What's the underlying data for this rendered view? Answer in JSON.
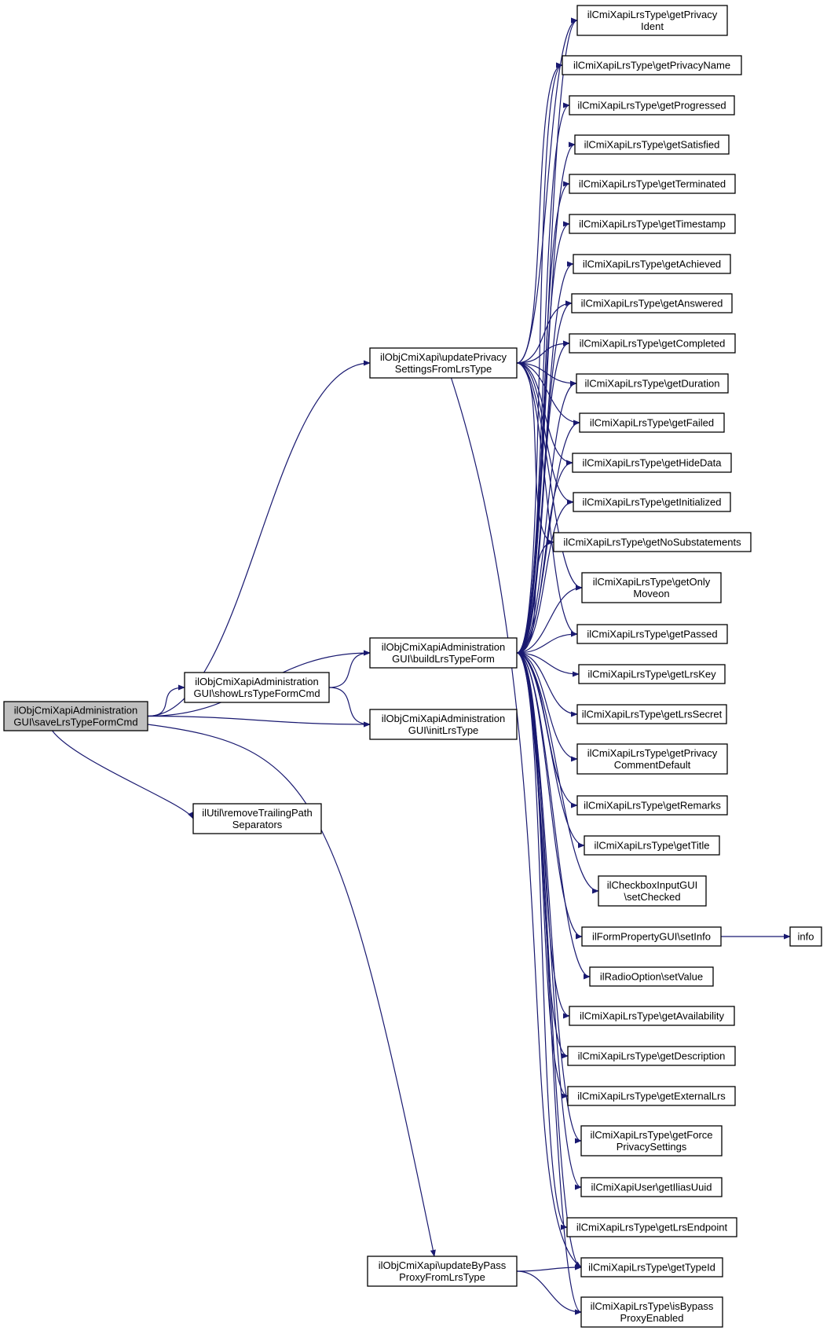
{
  "colors": {
    "edge": "#191970",
    "root_fill": "#bfbfbf",
    "node_fill": "#ffffff",
    "border": "#000000"
  },
  "nodes": [
    {
      "id": "root",
      "lines": [
        "ilObjCmiXapiAdministration",
        "GUI\\saveLrsTypeFormCmd"
      ]
    },
    {
      "id": "updPriv",
      "lines": [
        "ilObjCmiXapi\\updatePrivacy",
        "SettingsFromLrsType"
      ]
    },
    {
      "id": "build",
      "lines": [
        "ilObjCmiXapiAdministration",
        "GUI\\buildLrsTypeForm"
      ]
    },
    {
      "id": "show",
      "lines": [
        "ilObjCmiXapiAdministration",
        "GUI\\showLrsTypeFormCmd"
      ]
    },
    {
      "id": "init",
      "lines": [
        "ilObjCmiXapiAdministration",
        "GUI\\initLrsType"
      ]
    },
    {
      "id": "util",
      "lines": [
        "ilUtil\\removeTrailingPath",
        "Separators"
      ]
    },
    {
      "id": "bypass",
      "lines": [
        "ilObjCmiXapi\\updateByPass",
        "ProxyFromLrsType"
      ]
    },
    {
      "id": "gPrivId",
      "lines": [
        "ilCmiXapiLrsType\\getPrivacy",
        "Ident"
      ]
    },
    {
      "id": "gPrivName",
      "lines": [
        "ilCmiXapiLrsType\\getPrivacyName"
      ]
    },
    {
      "id": "gProg",
      "lines": [
        "ilCmiXapiLrsType\\getProgressed"
      ]
    },
    {
      "id": "gSat",
      "lines": [
        "ilCmiXapiLrsType\\getSatisfied"
      ]
    },
    {
      "id": "gTerm",
      "lines": [
        "ilCmiXapiLrsType\\getTerminated"
      ]
    },
    {
      "id": "gTime",
      "lines": [
        "ilCmiXapiLrsType\\getTimestamp"
      ]
    },
    {
      "id": "gAch",
      "lines": [
        "ilCmiXapiLrsType\\getAchieved"
      ]
    },
    {
      "id": "gAns",
      "lines": [
        "ilCmiXapiLrsType\\getAnswered"
      ]
    },
    {
      "id": "gComp",
      "lines": [
        "ilCmiXapiLrsType\\getCompleted"
      ]
    },
    {
      "id": "gDur",
      "lines": [
        "ilCmiXapiLrsType\\getDuration"
      ]
    },
    {
      "id": "gFail",
      "lines": [
        "ilCmiXapiLrsType\\getFailed"
      ]
    },
    {
      "id": "gHide",
      "lines": [
        "ilCmiXapiLrsType\\getHideData"
      ]
    },
    {
      "id": "gInit",
      "lines": [
        "ilCmiXapiLrsType\\getInitialized"
      ]
    },
    {
      "id": "gNoSub",
      "lines": [
        "ilCmiXapiLrsType\\getNoSubstatements"
      ]
    },
    {
      "id": "gOnly",
      "lines": [
        "ilCmiXapiLrsType\\getOnly",
        "Moveon"
      ]
    },
    {
      "id": "gPass",
      "lines": [
        "ilCmiXapiLrsType\\getPassed"
      ]
    },
    {
      "id": "gKey",
      "lines": [
        "ilCmiXapiLrsType\\getLrsKey"
      ]
    },
    {
      "id": "gSecret",
      "lines": [
        "ilCmiXapiLrsType\\getLrsSecret"
      ]
    },
    {
      "id": "gPrivCom",
      "lines": [
        "ilCmiXapiLrsType\\getPrivacy",
        "CommentDefault"
      ]
    },
    {
      "id": "gRem",
      "lines": [
        "ilCmiXapiLrsType\\getRemarks"
      ]
    },
    {
      "id": "gTitle",
      "lines": [
        "ilCmiXapiLrsType\\getTitle"
      ]
    },
    {
      "id": "cbSet",
      "lines": [
        "ilCheckboxInputGUI",
        "\\setChecked"
      ]
    },
    {
      "id": "fpInfo",
      "lines": [
        "ilFormPropertyGUI\\setInfo"
      ]
    },
    {
      "id": "info",
      "lines": [
        "info"
      ]
    },
    {
      "id": "roSet",
      "lines": [
        "ilRadioOption\\setValue"
      ]
    },
    {
      "id": "gAvail",
      "lines": [
        "ilCmiXapiLrsType\\getAvailability"
      ]
    },
    {
      "id": "gDesc",
      "lines": [
        "ilCmiXapiLrsType\\getDescription"
      ]
    },
    {
      "id": "gExt",
      "lines": [
        "ilCmiXapiLrsType\\getExternalLrs"
      ]
    },
    {
      "id": "gForce",
      "lines": [
        "ilCmiXapiLrsType\\getForce",
        "PrivacySettings"
      ]
    },
    {
      "id": "gUuid",
      "lines": [
        "ilCmiXapiUser\\getIliasUuid"
      ]
    },
    {
      "id": "gEnd",
      "lines": [
        "ilCmiXapiLrsType\\getLrsEndpoint"
      ]
    },
    {
      "id": "gType",
      "lines": [
        "ilCmiXapiLrsType\\getTypeId"
      ]
    },
    {
      "id": "gByp",
      "lines": [
        "ilCmiXapiLrsType\\isBypass",
        "ProxyEnabled"
      ]
    }
  ],
  "edges": [
    [
      "root",
      "updPriv"
    ],
    [
      "root",
      "build"
    ],
    [
      "root",
      "show"
    ],
    [
      "root",
      "init"
    ],
    [
      "root",
      "util"
    ],
    [
      "root",
      "bypass"
    ],
    [
      "show",
      "build"
    ],
    [
      "show",
      "init"
    ],
    [
      "updPriv",
      "gPrivId"
    ],
    [
      "updPriv",
      "gPrivName"
    ],
    [
      "updPriv",
      "gAns"
    ],
    [
      "updPriv",
      "gComp"
    ],
    [
      "updPriv",
      "gDur"
    ],
    [
      "updPriv",
      "gFail"
    ],
    [
      "updPriv",
      "gHide"
    ],
    [
      "updPriv",
      "gInit"
    ],
    [
      "updPriv",
      "gNoSub"
    ],
    [
      "updPriv",
      "gOnly"
    ],
    [
      "updPriv",
      "gPass"
    ],
    [
      "updPriv",
      "gType"
    ],
    [
      "build",
      "gPrivId"
    ],
    [
      "build",
      "gPrivName"
    ],
    [
      "build",
      "gProg"
    ],
    [
      "build",
      "gSat"
    ],
    [
      "build",
      "gTerm"
    ],
    [
      "build",
      "gTime"
    ],
    [
      "build",
      "gAch"
    ],
    [
      "build",
      "gAns"
    ],
    [
      "build",
      "gComp"
    ],
    [
      "build",
      "gDur"
    ],
    [
      "build",
      "gFail"
    ],
    [
      "build",
      "gHide"
    ],
    [
      "build",
      "gInit"
    ],
    [
      "build",
      "gNoSub"
    ],
    [
      "build",
      "gOnly"
    ],
    [
      "build",
      "gPass"
    ],
    [
      "build",
      "gKey"
    ],
    [
      "build",
      "gSecret"
    ],
    [
      "build",
      "gPrivCom"
    ],
    [
      "build",
      "gRem"
    ],
    [
      "build",
      "gTitle"
    ],
    [
      "build",
      "cbSet"
    ],
    [
      "build",
      "fpInfo"
    ],
    [
      "build",
      "roSet"
    ],
    [
      "build",
      "gAvail"
    ],
    [
      "build",
      "gDesc"
    ],
    [
      "build",
      "gExt"
    ],
    [
      "build",
      "gForce"
    ],
    [
      "build",
      "gUuid"
    ],
    [
      "build",
      "gEnd"
    ],
    [
      "build",
      "gType"
    ],
    [
      "build",
      "gByp"
    ],
    [
      "fpInfo",
      "info"
    ],
    [
      "bypass",
      "gType"
    ],
    [
      "bypass",
      "gByp"
    ]
  ]
}
